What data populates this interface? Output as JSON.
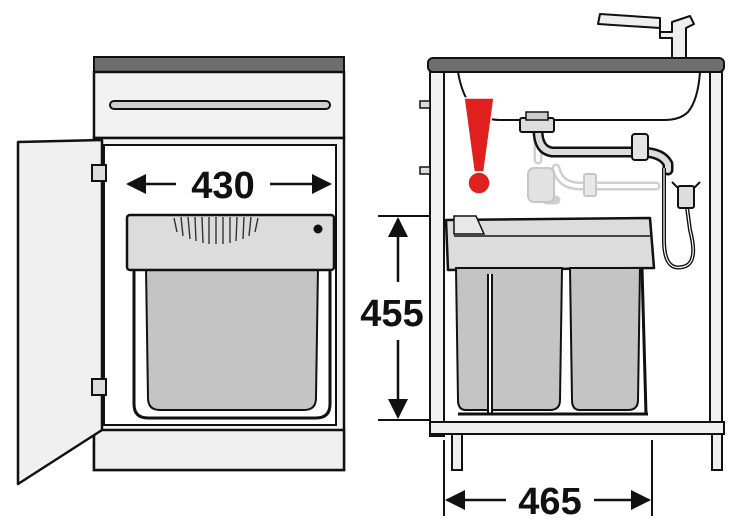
{
  "dimensions": {
    "width_label": "430",
    "height_label": "455",
    "depth_label": "465"
  },
  "warning": {
    "symbol": "!",
    "color": "#e0201e"
  },
  "colors": {
    "outline": "#111111",
    "cabinet": "#f0f0f0",
    "worktop": "#6e6e6e",
    "bin": "#c4c4c4",
    "lid": "#dcdcdc",
    "ghost_pipe": "#d2d2d2"
  }
}
